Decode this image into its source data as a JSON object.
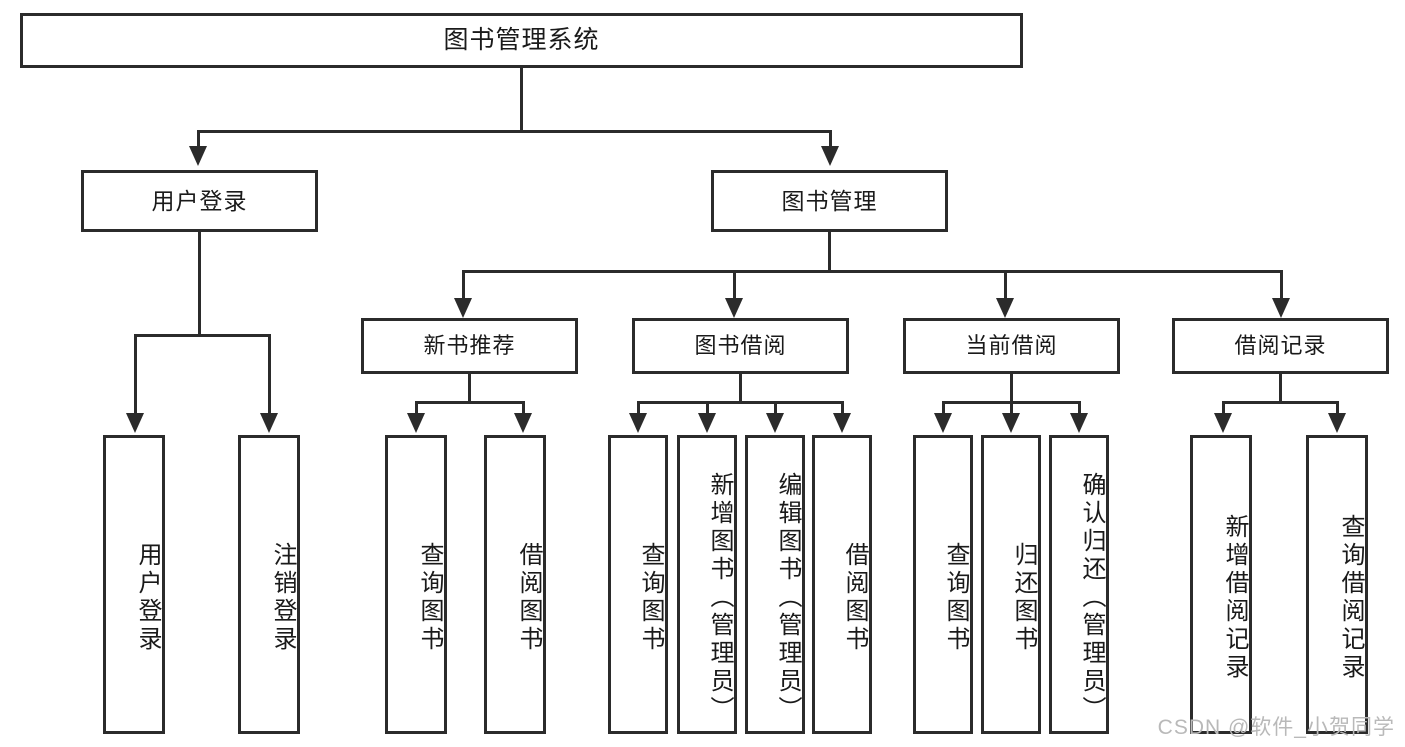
{
  "diagram": {
    "type": "hierarchy-tree",
    "title": "图书管理系统",
    "watermark": "CSDN @软件_小贺同学",
    "colors": {
      "stroke": "#2b2b2b",
      "fill": "#ffffff",
      "text": "#1a1a1a",
      "watermark": "#b9b9b9"
    },
    "root": {
      "label": "图书管理系统"
    },
    "level2": [
      {
        "label": "用户登录"
      },
      {
        "label": "图书管理"
      }
    ],
    "level3": [
      {
        "label": "新书推荐"
      },
      {
        "label": "图书借阅"
      },
      {
        "label": "当前借阅"
      },
      {
        "label": "借阅记录"
      }
    ],
    "leaves": {
      "user_login": [
        {
          "label": "用户登录"
        },
        {
          "label": "注销登录"
        }
      ],
      "new_book_recommend": [
        {
          "label": "查询图书"
        },
        {
          "label": "借阅图书"
        }
      ],
      "book_borrow": [
        {
          "label": "查询图书"
        },
        {
          "label": "新增图书（管理员）"
        },
        {
          "label": "编辑图书（管理员）"
        },
        {
          "label": "借阅图书"
        }
      ],
      "current_borrow": [
        {
          "label": "查询图书"
        },
        {
          "label": "归还图书"
        },
        {
          "label": "确认归还（管理员）"
        }
      ],
      "borrow_record": [
        {
          "label": "新增借阅记录"
        },
        {
          "label": "查询借阅记录"
        }
      ]
    }
  }
}
